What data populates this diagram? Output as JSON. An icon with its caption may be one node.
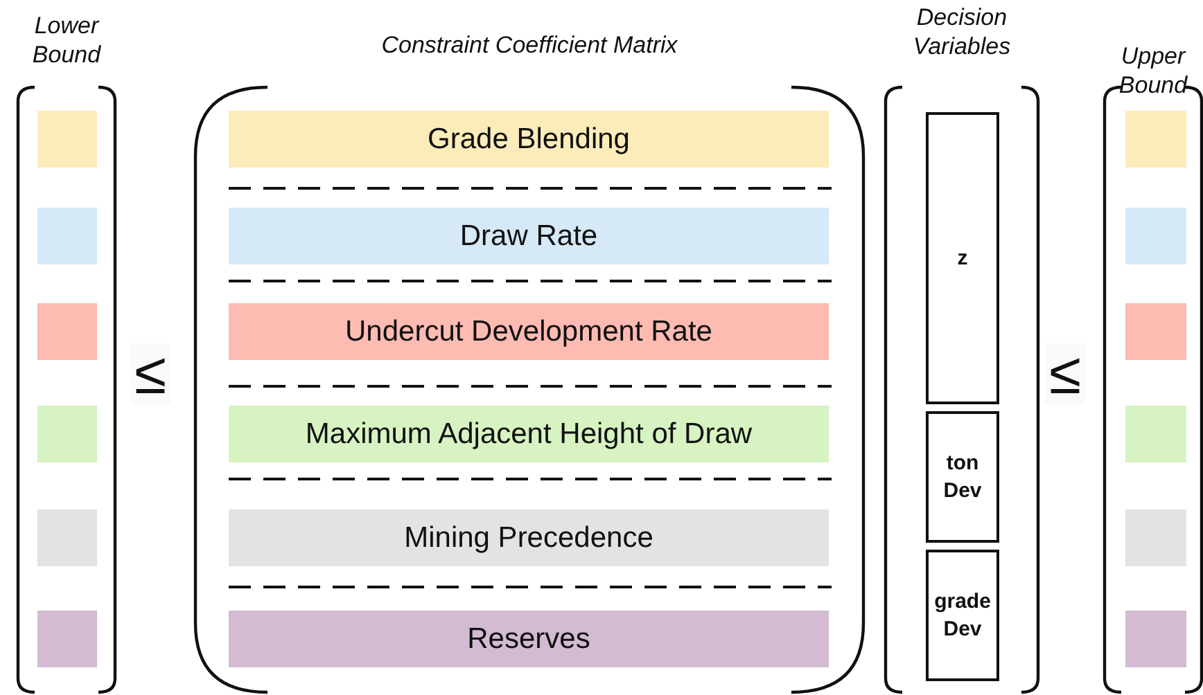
{
  "diagram": {
    "nodes": [
      {
        "text": [
          "Lower Bound"
        ]
      },
      {
        "text": [],
        "shape": "box",
        "in": 0
      },
      {
        "text": [],
        "shape": "box",
        "in": 0
      },
      {
        "text": [],
        "shape": "box",
        "in": 0
      },
      {
        "text": [],
        "shape": "box",
        "in": 0
      },
      {
        "text": [],
        "shape": "box",
        "in": 0
      },
      {
        "text": [],
        "shape": "box",
        "in": 0
      },
      {
        "text": [
          "Constraint Coefficient Matrix"
        ]
      },
      {
        "text": [
          "Grade Blending"
        ],
        "in": 7
      },
      {
        "text": [
          "Draw Rate"
        ],
        "in": 7
      },
      {
        "text": [
          "Undercut Development Rate"
        ],
        "in": 7
      },
      {
        "text": [
          "Maximum Adjacent Height of Draw"
        ],
        "in": 7
      },
      {
        "text": [
          "Mining Precedence"
        ],
        "in": 7
      },
      {
        "text": [
          "Reserves"
        ],
        "in": 7
      },
      {
        "text": [
          "Decision Variables"
        ]
      },
      {
        "text": [
          "z"
        ],
        "in": 14
      },
      {
        "text": [
          "ton Dev"
        ],
        "in": 14
      },
      {
        "text": [
          "grade Dev"
        ],
        "in": 14
      },
      {
        "text": [
          "Upper Bound"
        ]
      },
      {
        "text": [],
        "shape": "box",
        "in": 18
      },
      {
        "text": [],
        "shape": "box",
        "in": 18
      },
      {
        "text": [],
        "shape": "box",
        "in": 18
      },
      {
        "text": [],
        "shape": "box",
        "in": 18
      },
      {
        "text": [],
        "shape": "box",
        "in": 18
      },
      {
        "text": [],
        "shape": "box",
        "in": 18
      }
    ],
    "labels": [
      "≤",
      "≤"
    ]
  }
}
